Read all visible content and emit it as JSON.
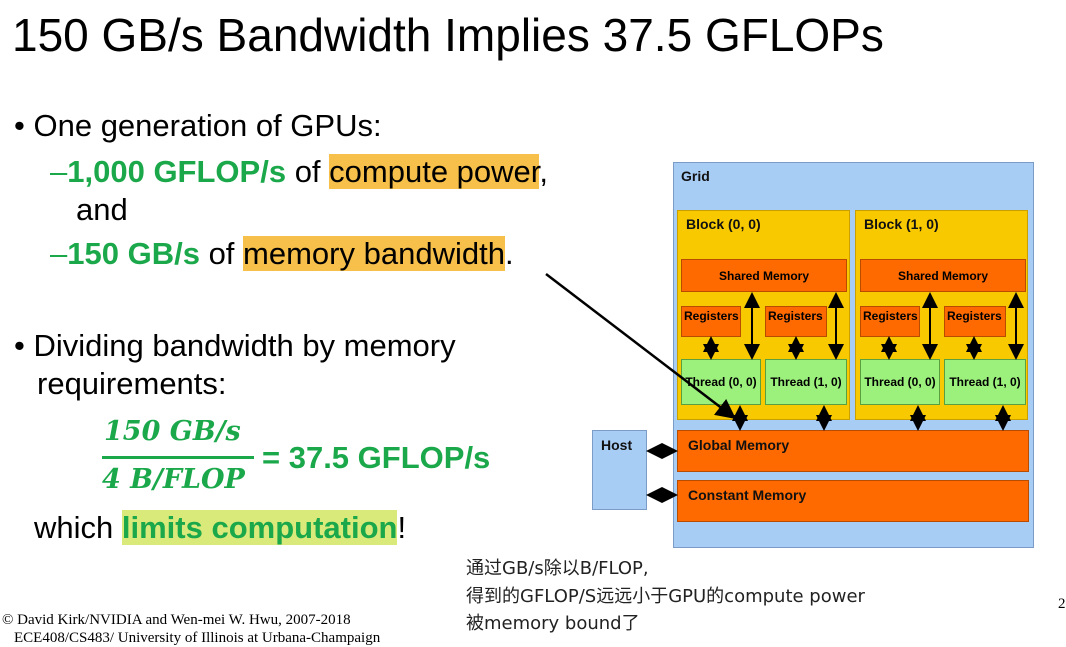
{
  "slide": {
    "title": "150 GB/s Bandwidth Implies 37.5 GFLOPs",
    "bullet1": "One generation of GPUs:",
    "sub1_dash": "–",
    "sub1_value": "1,000 GFLOP/s",
    "sub1_of": " of ",
    "sub1_highlight": "compute power",
    "sub1_comma": ",",
    "sub1_and": "and",
    "sub2_dash": "–",
    "sub2_value": "150 GB/s",
    "sub2_of": " of ",
    "sub2_highlight": "memory bandwidth",
    "sub2_period": ".",
    "bullet2_line1": "Dividing bandwidth by memory",
    "bullet2_line2": "requirements:",
    "frac_num": "150 GB/s",
    "frac_den": "4 B/FLOP",
    "frac_result": "= 37.5 GFLOP/s",
    "which_text": "which ",
    "which_highlight": "limits computation",
    "which_end": "!",
    "bullet_char": "•"
  },
  "diagram": {
    "grid_label": "Grid",
    "block0_label": "Block (0, 0)",
    "block1_label": "Block (1, 0)",
    "shared_memory": "Shared Memory",
    "registers": "Registers",
    "thread00": "Thread (0, 0)",
    "thread10": "Thread (1, 0)",
    "host": "Host",
    "global_memory": "Global Memory",
    "constant_memory": "Constant Memory",
    "colors": {
      "grid": "#a8cdf5",
      "block": "#f9c900",
      "memory": "#ff6a00",
      "thread": "#9cf07c",
      "host": "#a8cdf5"
    }
  },
  "note": {
    "line1": "通过GB/s除以B/FLOP,",
    "line2": "得到的GFLOP/S远远小于GPU的compute power",
    "line3": "被memory bound了"
  },
  "footer": {
    "line1": "© David Kirk/NVIDIA and Wen-mei W. Hwu, 2007-2018",
    "line2": "ECE408/CS483/ University of Illinois at Urbana-Champaign",
    "page": "2"
  }
}
